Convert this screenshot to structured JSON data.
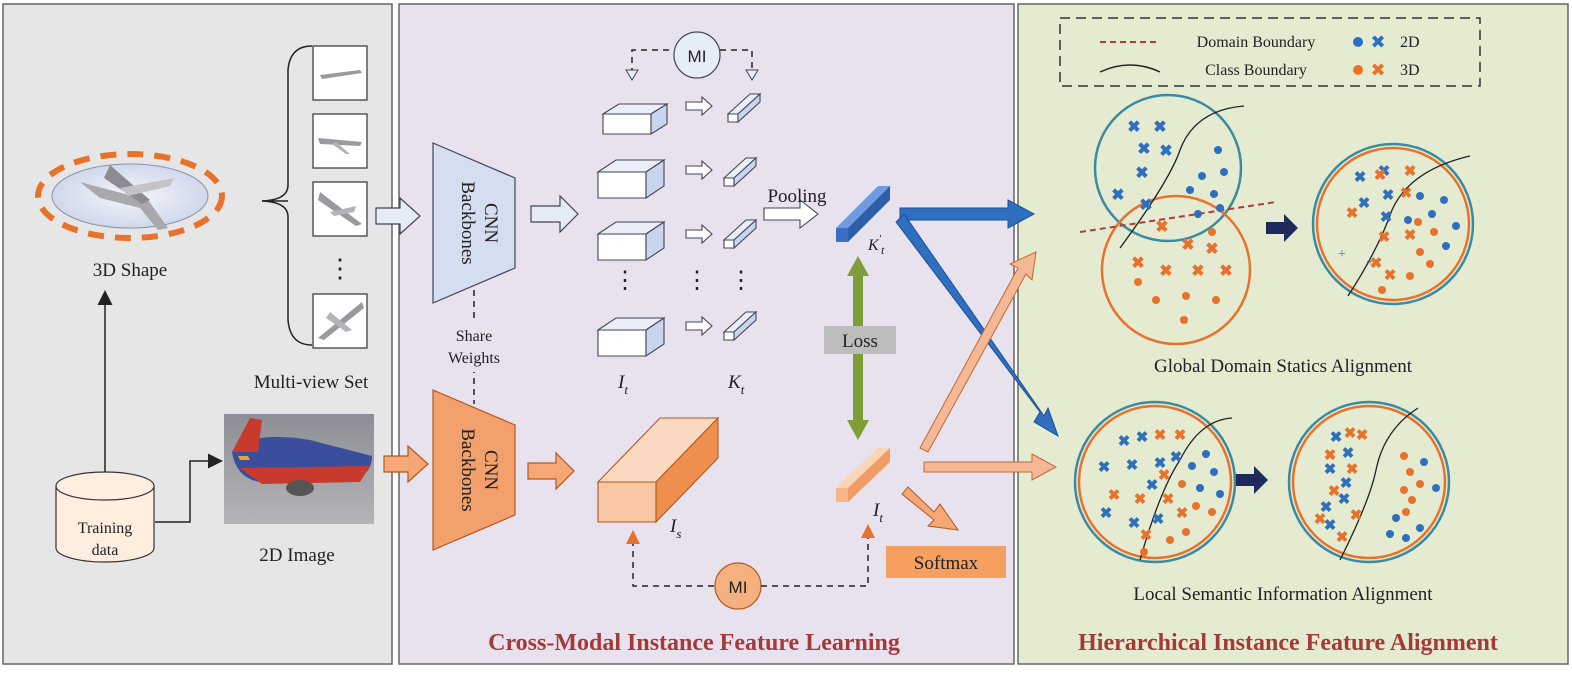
{
  "left_panel": {
    "shape_label": "3D Shape",
    "multiview_label": "Multi-view Set",
    "image_label": "2D Image",
    "training_line1": "Training",
    "training_line2": "data",
    "dots": "⋮"
  },
  "middle_panel": {
    "title": "Cross-Modal Instance Feature Learning",
    "cnn_line1": "CNN",
    "cnn_line2": "Backbones",
    "share_line1": "Share",
    "share_line2": "Weights",
    "mi": "MI",
    "pooling": "Pooling",
    "loss": "Loss",
    "softmax": "Softmax",
    "sym_It": "I",
    "sym_Kt": "K",
    "sym_Is": "I",
    "sub_t": "t",
    "sub_s": "s",
    "sup_prime": "'"
  },
  "right_panel": {
    "title": "Hierarchical Instance Feature Alignment",
    "legend_domain": "Domain Boundary",
    "legend_class": "Class Boundary",
    "legend_2d": "2D",
    "legend_3d": "3D",
    "global_label": "Global Domain Statics Alignment",
    "local_label": "Local Semantic Information Alignment"
  },
  "colors": {
    "left_bg": "#e6e6e6",
    "middle_bg": "#e8e1ee",
    "right_bg": "#e4ebd0",
    "blue_2d": "#2e6fc0",
    "orange_3d": "#e8722c",
    "title_red": "#a23a3a",
    "circle_teal": "#3a8aa0"
  }
}
